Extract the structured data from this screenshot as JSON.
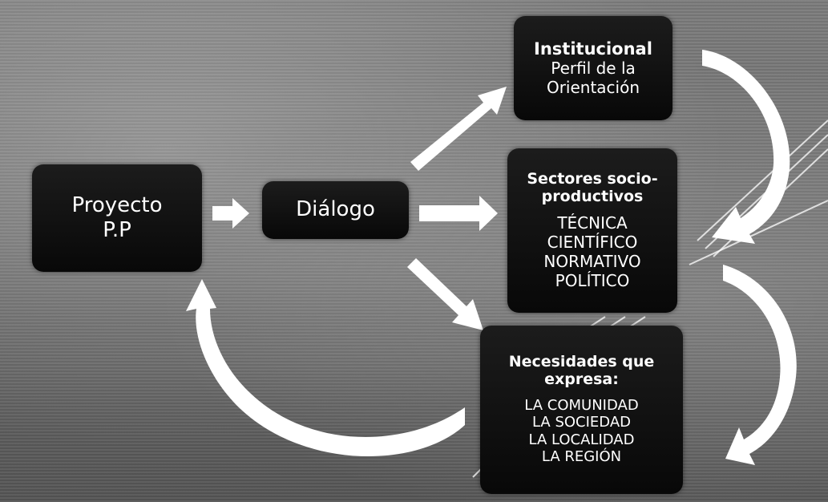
{
  "nodes": {
    "proyecto": {
      "lines": [
        "Proyecto",
        "P.P"
      ]
    },
    "dialogo": {
      "label": "Diálogo"
    },
    "institucional": {
      "title": "Institucional",
      "lines": [
        "Perfil de la",
        "Orientación"
      ]
    },
    "sectores": {
      "title_lines": [
        "Sectores socio-",
        "productivos"
      ],
      "lines": [
        "TÉCNICA",
        "CIENTÍFICO",
        "NORMATIVO",
        "POLÍTICO"
      ]
    },
    "necesidades": {
      "title_lines": [
        "Necesidades que",
        "expresa:"
      ],
      "lines": [
        "LA COMUNIDAD",
        "LA SOCIEDAD",
        "LA LOCALIDAD",
        "LA REGIÓN"
      ]
    }
  },
  "colors": {
    "box": "#0b0b0b",
    "arrow": "#ffffff",
    "text": "#ffffff"
  }
}
